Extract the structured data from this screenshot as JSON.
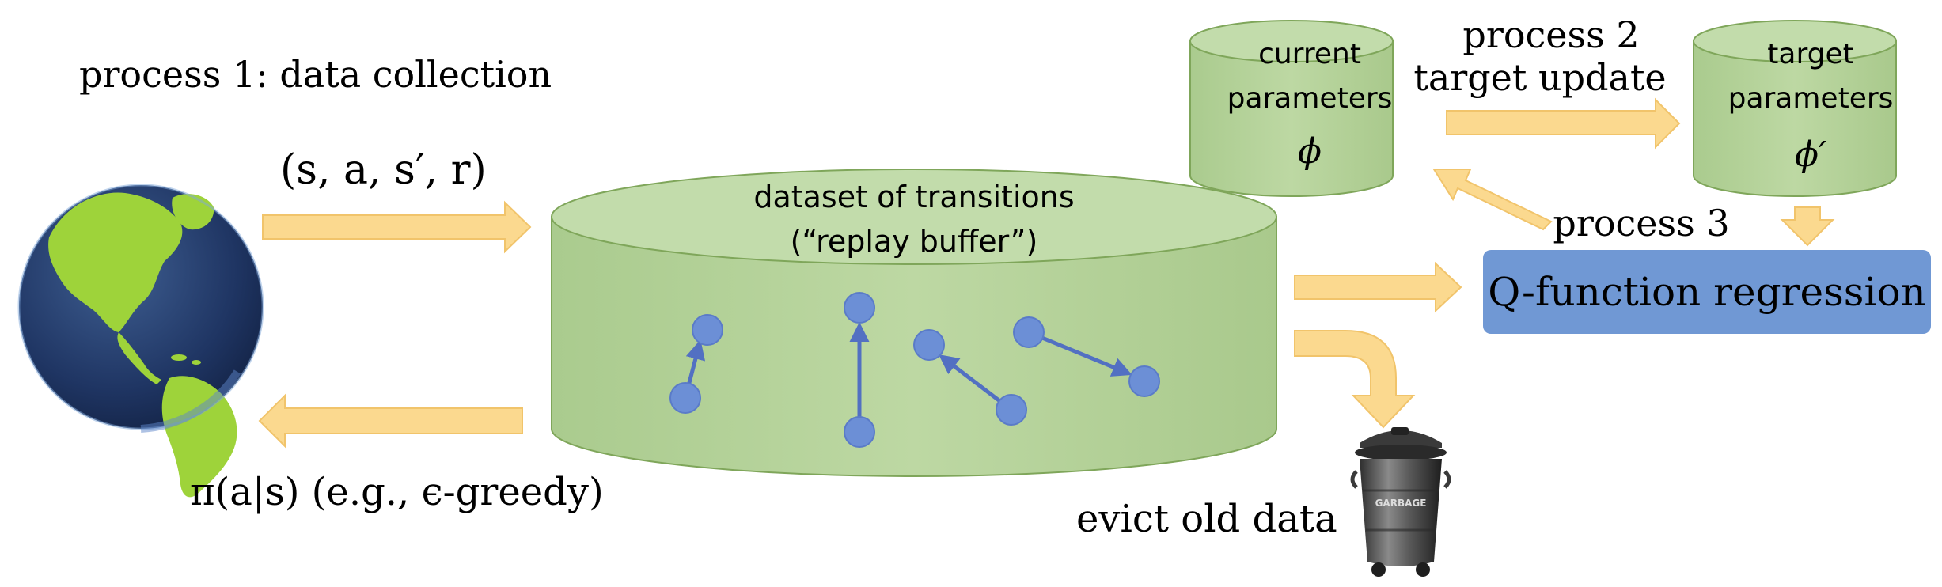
{
  "process1_label": "process 1: data collection",
  "transition_tuple": "(s, a, s′, r)",
  "policy_label": "π(a|s) (e.g., ϵ-greedy)",
  "replay_buffer": {
    "line1": "dataset of transitions",
    "line2": "(“replay buffer”)"
  },
  "current_params": {
    "line1": "current",
    "line2": "parameters",
    "symbol": "ϕ"
  },
  "target_params": {
    "line1": "target",
    "line2": "parameters",
    "symbol": "ϕ′"
  },
  "process2": {
    "line1": "process 2",
    "line2": "target update"
  },
  "process3_label": "process 3",
  "qfunction_label": "Q-function regression",
  "evict_label": "evict old data",
  "garbage_label": "GARBAGE",
  "colors": {
    "cylinder_fill": "#b7d49c",
    "cylinder_stroke": "#7fa65a",
    "arrow_fill": "#fbd98f",
    "dot_fill": "#6c8fd6",
    "box_fill": "#7098d4"
  }
}
